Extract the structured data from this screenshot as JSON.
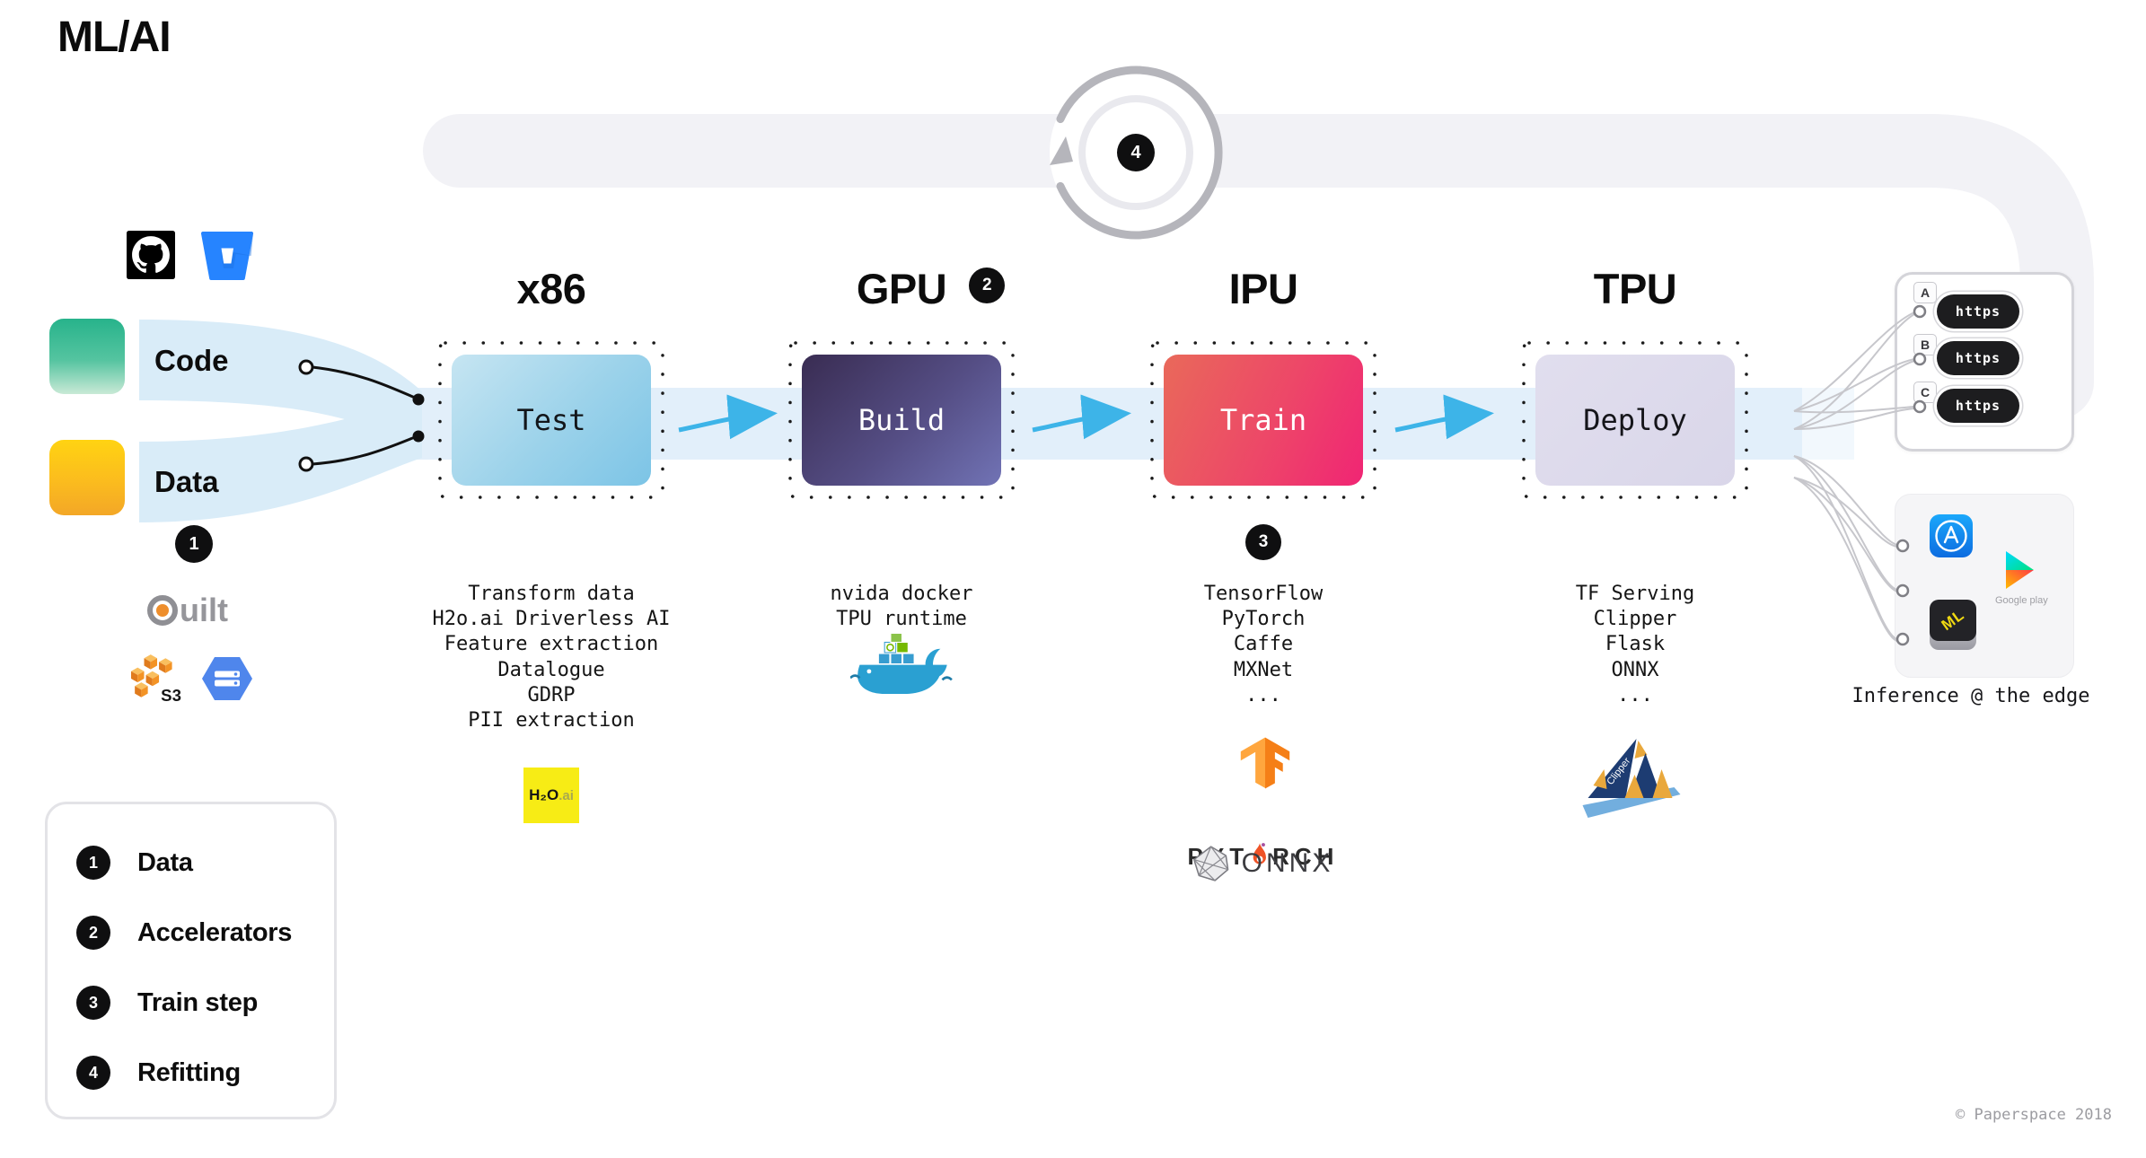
{
  "title": "ML/AI",
  "credit": "© Paperspace 2018",
  "refit": {
    "badge": "4"
  },
  "sources": {
    "code_label": "Code",
    "data_label": "Data",
    "data_badge": "1",
    "quilt_rest": "uilt",
    "s3_label": "S3"
  },
  "pipeline": {
    "stages": [
      {
        "hardware": "x86",
        "box": "Test",
        "tools": [
          "Transform data",
          "H2o.ai Driverless AI",
          "Feature extraction",
          "Datalogue",
          "GDRP",
          "PII extraction"
        ]
      },
      {
        "hardware": "GPU",
        "badge": "2",
        "box": "Build",
        "tools": [
          "nvida docker",
          "TPU runtime"
        ]
      },
      {
        "hardware": "IPU",
        "badge": "3",
        "box": "Train",
        "tools": [
          "TensorFlow",
          "PyTorch",
          "Caffe",
          "MXNet",
          "..."
        ]
      },
      {
        "hardware": "TPU",
        "box": "Deploy",
        "tools": [
          "TF Serving",
          "Clipper",
          "Flask",
          "ONNX",
          "..."
        ]
      }
    ]
  },
  "logos": {
    "h2o_main": "H₂O",
    "h2o_suffix": ".ai",
    "pytorch_left": "PYT",
    "pytorch_right": "RCH",
    "onnx": "ONNX",
    "clipper": "Clipper",
    "google_play": "Google play",
    "coreml": "ML"
  },
  "edge": {
    "endpoints": [
      {
        "label": "A",
        "pill": "https"
      },
      {
        "label": "B",
        "pill": "https"
      },
      {
        "label": "C",
        "pill": "https"
      }
    ],
    "caption": "Inference @ the edge"
  },
  "legend": {
    "items": [
      {
        "num": "1",
        "label": "Data"
      },
      {
        "num": "2",
        "label": "Accelerators"
      },
      {
        "num": "3",
        "label": "Train step"
      },
      {
        "num": "4",
        "label": "Refitting"
      }
    ]
  },
  "colors": {
    "test": "#7cc4e6",
    "build": "#4a3a66",
    "train": "#ee2e74",
    "deploy": "#dcd9eb",
    "flow_band": "#e2effa",
    "arrow": "#3db4e8"
  }
}
